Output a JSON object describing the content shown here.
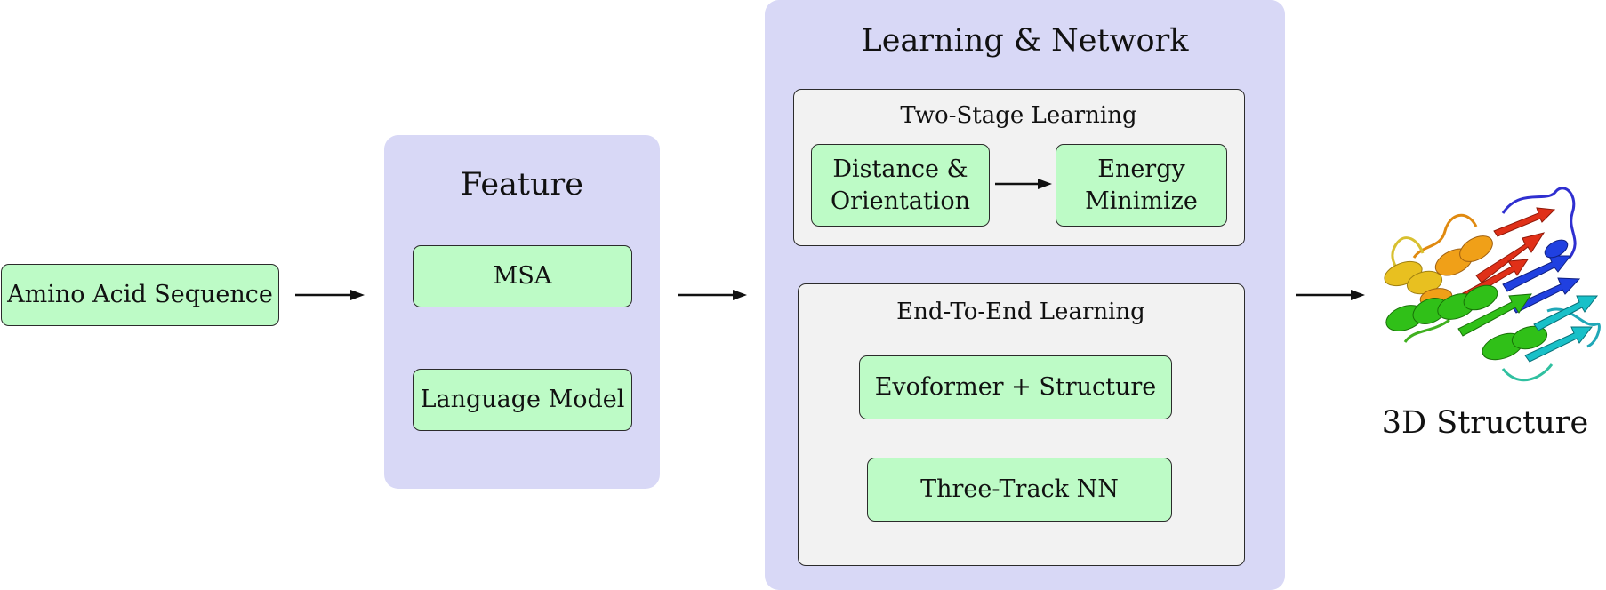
{
  "input": {
    "label": "Amino Acid Sequence"
  },
  "feature": {
    "title": "Feature",
    "items": [
      "MSA",
      "Language Model"
    ]
  },
  "learning": {
    "title": "Learning & Network",
    "two_stage": {
      "title": "Two-Stage Learning",
      "step1_line1": "Distance &",
      "step1_line2": "Orientation",
      "step2_line1": "Energy",
      "step2_line2": "Minimize"
    },
    "end_to_end": {
      "title": "End-To-End Learning",
      "items": [
        "Evoformer + Structure",
        "Three-Track NN"
      ]
    }
  },
  "output": {
    "label": "3D Structure"
  },
  "colors": {
    "box_fill": "#bdfbc6",
    "panel_fill": "#d8d8f6",
    "inner_fill": "#f2f2f2",
    "stroke": "#2b2b2b"
  }
}
